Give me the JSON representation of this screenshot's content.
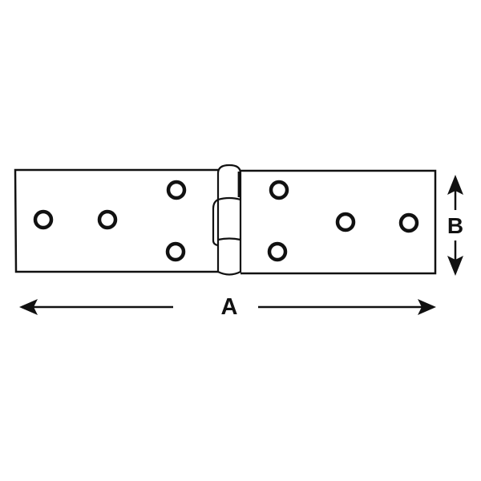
{
  "diagram": {
    "subject": "Butt hinge (flat, open) with dimension markers",
    "colors": {
      "stroke": "#111111",
      "background": "#ffffff"
    },
    "dimensions": {
      "length": {
        "label": "A",
        "orientation": "horizontal"
      },
      "width": {
        "label": "B",
        "orientation": "vertical"
      }
    },
    "left_leaf": {
      "screw_holes": 4
    },
    "right_leaf": {
      "screw_holes": 4
    },
    "knuckle": {
      "segments": 3
    }
  }
}
